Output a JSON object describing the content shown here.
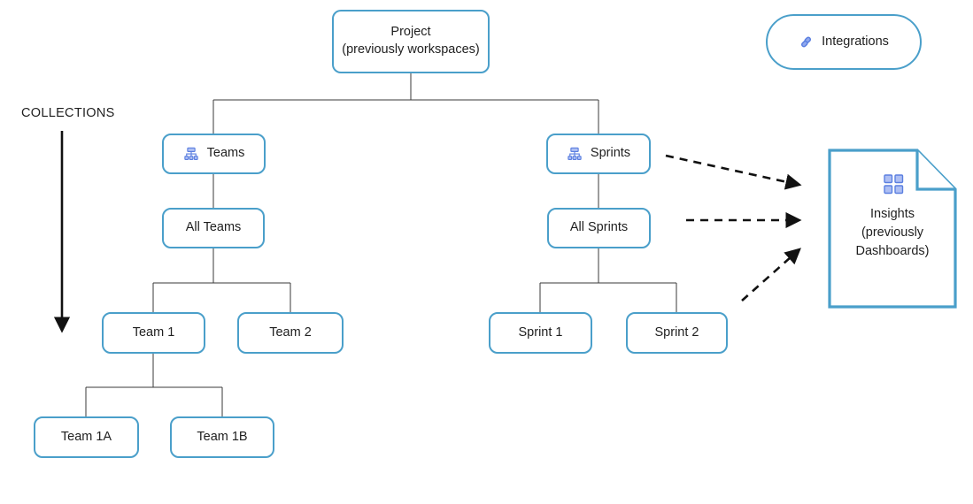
{
  "diagram": {
    "title": "Project hierarchy and collections diagram",
    "colors": {
      "node_border": "#4a9fca",
      "connector": "#3a3a3a",
      "icon_blue": "#5b7fe0",
      "text": "#1f1f1f",
      "background": "#ffffff"
    },
    "section_label": "COLLECTIONS",
    "nodes": {
      "project": {
        "label": "Project\n(previously workspaces)",
        "shape": "rounded-rect"
      },
      "integrations": {
        "label": "Integrations",
        "icon": "integrations-link-icon",
        "shape": "pill"
      },
      "teams": {
        "label": "Teams",
        "icon": "hierarchy-icon",
        "shape": "rounded-rect"
      },
      "sprints": {
        "label": "Sprints",
        "icon": "hierarchy-icon",
        "shape": "rounded-rect"
      },
      "all_teams": {
        "label": "All Teams",
        "shape": "rounded-rect"
      },
      "all_sprints": {
        "label": "All Sprints",
        "shape": "rounded-rect"
      },
      "team_1": {
        "label": "Team 1",
        "shape": "rounded-rect"
      },
      "team_2": {
        "label": "Team 2",
        "shape": "rounded-rect"
      },
      "team_1a": {
        "label": "Team 1A",
        "shape": "rounded-rect"
      },
      "team_1b": {
        "label": "Team 1B",
        "shape": "rounded-rect"
      },
      "sprint_1": {
        "label": "Sprint 1",
        "shape": "rounded-rect"
      },
      "sprint_2": {
        "label": "Sprint 2",
        "shape": "rounded-rect"
      },
      "insights": {
        "label": "Insights\n(previously\nDashboards)",
        "icon": "grid-squares-icon",
        "shape": "document-folded-corner"
      }
    },
    "edges": [
      {
        "from": "project",
        "to": "teams",
        "style": "solid"
      },
      {
        "from": "project",
        "to": "sprints",
        "style": "solid"
      },
      {
        "from": "teams",
        "to": "all_teams",
        "style": "solid"
      },
      {
        "from": "all_teams",
        "to": "team_1",
        "style": "solid"
      },
      {
        "from": "all_teams",
        "to": "team_2",
        "style": "solid"
      },
      {
        "from": "team_1",
        "to": "team_1a",
        "style": "solid"
      },
      {
        "from": "team_1",
        "to": "team_1b",
        "style": "solid"
      },
      {
        "from": "sprints",
        "to": "all_sprints",
        "style": "solid"
      },
      {
        "from": "all_sprints",
        "to": "sprint_1",
        "style": "solid"
      },
      {
        "from": "all_sprints",
        "to": "sprint_2",
        "style": "solid"
      },
      {
        "from": "sprints",
        "to": "insights",
        "style": "dashed-arrow"
      },
      {
        "from": "all_sprints",
        "to": "insights",
        "style": "dashed-arrow"
      },
      {
        "from": "sprint_2",
        "to": "insights",
        "style": "dashed-arrow"
      }
    ]
  }
}
